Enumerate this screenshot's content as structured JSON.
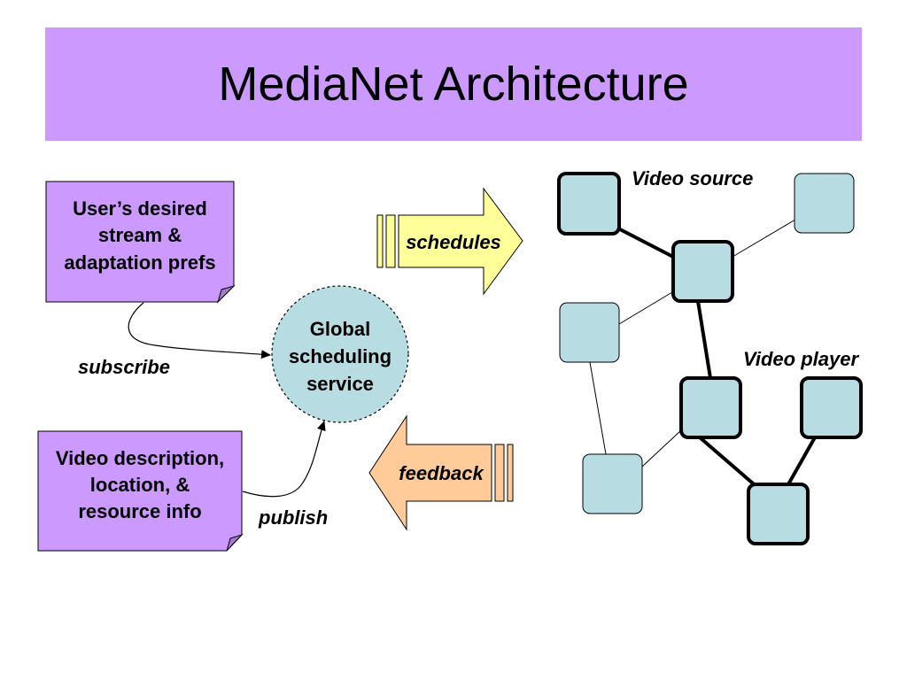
{
  "slide": {
    "title": "MediaNet Architecture"
  },
  "notes": {
    "subscriber": {
      "lines": [
        "User’s desired",
        "stream &",
        "adaptation prefs"
      ]
    },
    "publisher": {
      "lines": [
        "Video description,",
        "location, &",
        "resource info"
      ]
    }
  },
  "service": {
    "lines": [
      "Global",
      "scheduling",
      "service"
    ]
  },
  "edges": {
    "subscribe": "subscribe",
    "publish": "publish"
  },
  "arrows": {
    "schedules": "schedules",
    "feedback": "feedback"
  },
  "network": {
    "source_label": "Video source",
    "player_label": "Video player"
  },
  "colors": {
    "title_bg": "#cc99ff",
    "note_fill": "#cc99ff",
    "service_fill": "#b7dde2",
    "node_fill": "#b7dde2",
    "schedules_fill": "#ffff99",
    "feedback_fill": "#ffcc99"
  }
}
